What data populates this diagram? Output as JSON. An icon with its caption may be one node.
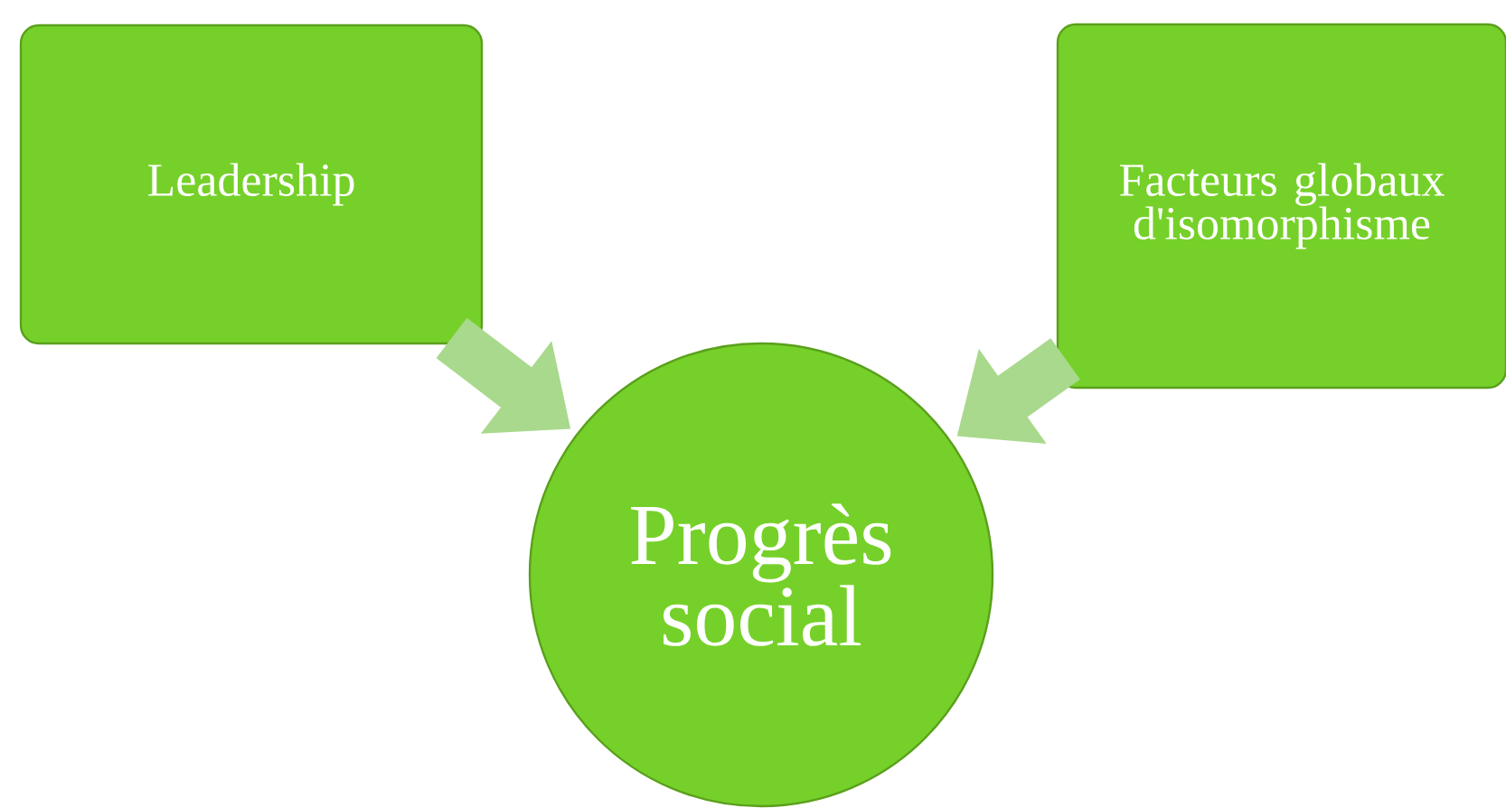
{
  "diagram": {
    "nodes": [
      {
        "text": [
          "Leadership"
        ]
      },
      {
        "text": [
          "Facteurs globaux d'isomorphisme"
        ]
      },
      {
        "text": [
          "Progrès social"
        ]
      }
    ],
    "edges": [
      {
        "from": 0,
        "to": 2,
        "arrow": "to"
      },
      {
        "from": 1,
        "to": 2,
        "arrow": "to"
      }
    ]
  }
}
